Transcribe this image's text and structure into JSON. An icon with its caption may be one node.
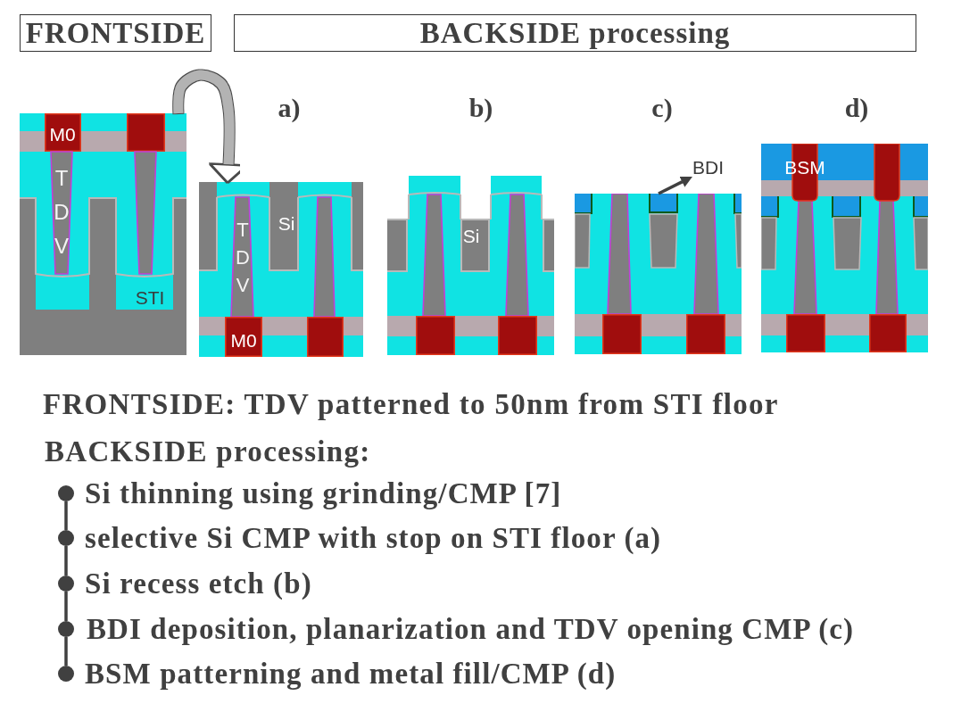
{
  "diagram": {
    "nodes": [
      {
        "text": [
          "FRONTSIDE"
        ]
      },
      {
        "text": [
          "BACKSIDE processing"
        ]
      },
      {
        "text": [
          "M0",
          "T D V",
          "STI"
        ]
      },
      {
        "text": [
          "Si",
          "T D V",
          "M0"
        ],
        "beside": [
          "a)"
        ]
      },
      {
        "text": [
          "Si"
        ],
        "beside": [
          "b)"
        ]
      },
      {
        "text": [],
        "shape": "picture",
        "beside": [
          "c)"
        ]
      },
      {
        "text": [],
        "shape": "box",
        "in": 5
      },
      {
        "text": [
          "BDI"
        ]
      },
      {
        "text": [
          "BSM"
        ],
        "beside": [
          "d)"
        ]
      },
      {
        "text": [],
        "shape": "circle",
        "beside": [
          "Si thinning using grinding/CMP [7]"
        ]
      },
      {
        "text": [],
        "shape": "circle",
        "beside": [
          "selective Si CMP with stop on STI floor (a)"
        ]
      },
      {
        "text": [],
        "shape": "circle",
        "beside": [
          "Si recess etch (b)"
        ]
      },
      {
        "text": [],
        "shape": "circle",
        "beside": [
          "BDI deposition, planarization and TDV opening CMP (c)"
        ]
      },
      {
        "text": [],
        "shape": "circle",
        "beside": [
          "BSM patterning and metal fill/CMP (d)"
        ]
      }
    ],
    "edges": [
      {
        "from": 2,
        "to": 3,
        "arrow": "to",
        "style": "thick",
        "color": "#b3b3b3"
      },
      {
        "from": 6,
        "to": 7,
        "arrow": "to"
      },
      {
        "from": 9,
        "to": 10,
        "arrow": "none"
      },
      {
        "from": 10,
        "to": 11,
        "arrow": "none"
      },
      {
        "from": 11,
        "to": 12,
        "arrow": "none"
      },
      {
        "from": 12,
        "to": 13,
        "arrow": "none"
      }
    ],
    "labels": [
      "FRONTSIDE: TDV patterned to 50nm from STI floor",
      "BACKSIDE processing:"
    ]
  }
}
